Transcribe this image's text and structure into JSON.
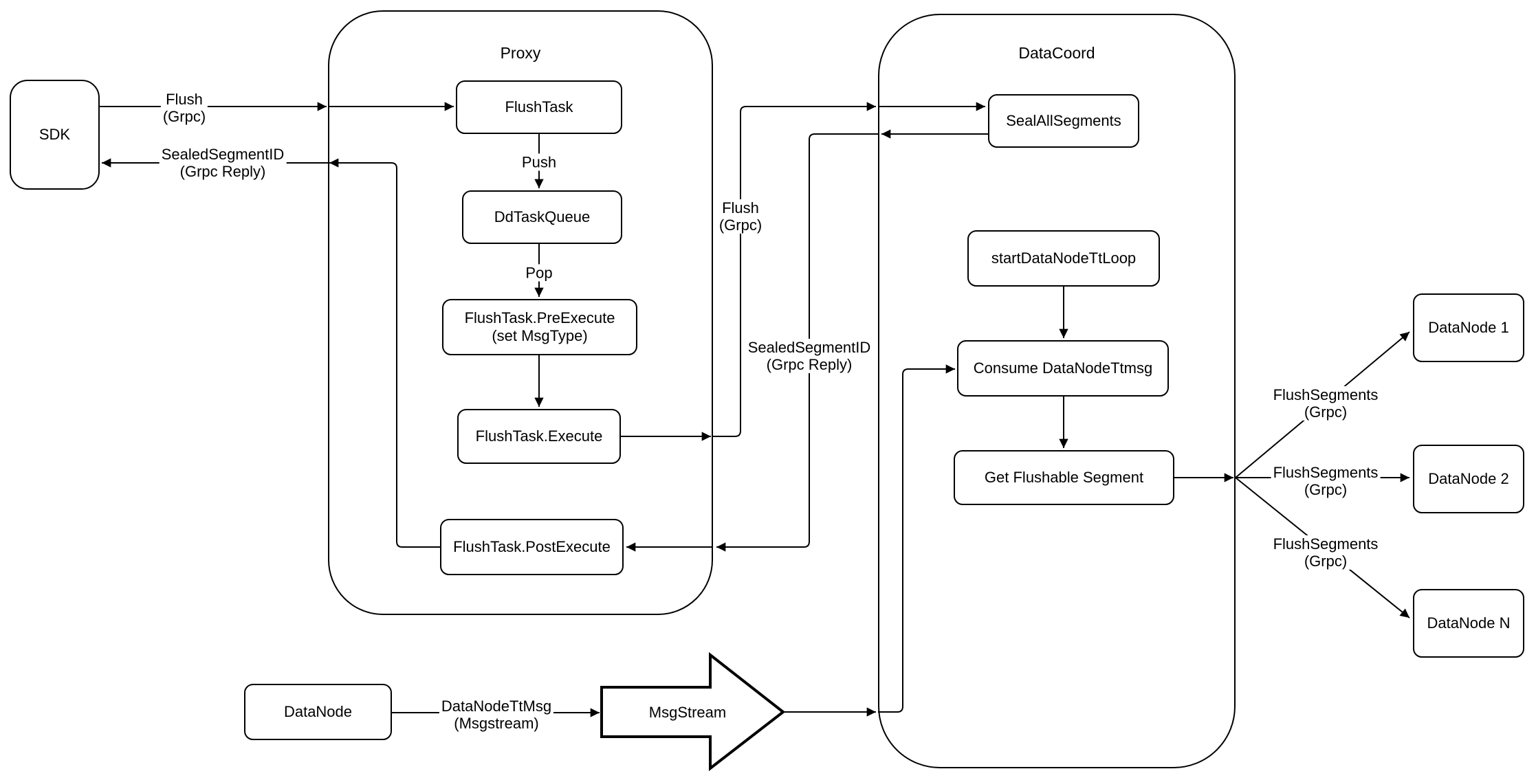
{
  "colors": {
    "stroke": "#000000",
    "background": "#ffffff"
  },
  "containers": {
    "proxy": {
      "title": "Proxy"
    },
    "datacoord": {
      "title": "DataCoord"
    }
  },
  "nodes": {
    "sdk": {
      "label": "SDK"
    },
    "flush_task": {
      "label": "FlushTask"
    },
    "dd_task_queue": {
      "label": "DdTaskQueue"
    },
    "pre_execute": {
      "label_line1": "FlushTask.PreExecute",
      "label_line2": "(set MsgType)"
    },
    "execute": {
      "label": "FlushTask.Execute"
    },
    "post_execute": {
      "label": "FlushTask.PostExecute"
    },
    "seal_all_segments": {
      "label": "SealAllSegments"
    },
    "start_data_node_tt_loop": {
      "label": "startDataNodeTtLoop"
    },
    "consume_data_node_ttmsg": {
      "label": "Consume DataNodeTtmsg"
    },
    "get_flushable_segment": {
      "label": "Get Flushable Segment"
    },
    "data_node_1": {
      "label": "DataNode 1"
    },
    "data_node_2": {
      "label": "DataNode 2"
    },
    "data_node_n": {
      "label": "DataNode N"
    },
    "data_node": {
      "label": "DataNode"
    },
    "msg_stream": {
      "label": "MsgStream"
    }
  },
  "edge_labels": {
    "flush_sdk": {
      "line1": "Flush",
      "line2": "(Grpc)"
    },
    "sealed_segment_sdk": {
      "line1": "SealedSegmentID",
      "line2": "(Grpc Reply)"
    },
    "push": {
      "line1": "Push"
    },
    "pop": {
      "line1": "Pop"
    },
    "flush_datacoord": {
      "line1": "Flush",
      "line2": "(Grpc)"
    },
    "sealed_segment_datacoord": {
      "line1": "SealedSegmentID",
      "line2": "(Grpc Reply)"
    },
    "flush_segments_1": {
      "line1": "FlushSegments",
      "line2": "(Grpc)"
    },
    "flush_segments_2": {
      "line1": "FlushSegments",
      "line2": "(Grpc)"
    },
    "flush_segments_3": {
      "line1": "FlushSegments",
      "line2": "(Grpc)"
    },
    "data_node_tt_msg": {
      "line1": "DataNodeTtMsg",
      "line2": "(Msgstream)"
    }
  }
}
